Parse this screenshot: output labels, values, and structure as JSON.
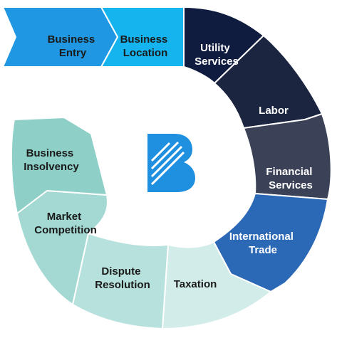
{
  "diagram": {
    "segments": [
      {
        "id": "business-entry",
        "lines": [
          "Business",
          "Entry"
        ],
        "color": "#1f97e3",
        "text_color": "#1a1a1a"
      },
      {
        "id": "business-location",
        "lines": [
          "Business",
          "Location"
        ],
        "color": "#16b4ef",
        "text_color": "#1a1a1a"
      },
      {
        "id": "utility-services",
        "lines": [
          "Utility",
          "Services"
        ],
        "color": "#0f1c3f",
        "text_color": "#ffffff"
      },
      {
        "id": "labor",
        "lines": [
          "Labor"
        ],
        "color": "#1c2540",
        "text_color": "#ffffff"
      },
      {
        "id": "financial-services",
        "lines": [
          "Financial",
          "Services"
        ],
        "color": "#3b4257",
        "text_color": "#ffffff"
      },
      {
        "id": "international-trade",
        "lines": [
          "International",
          "Trade"
        ],
        "color": "#2b68b6",
        "text_color": "#ffffff"
      },
      {
        "id": "taxation",
        "lines": [
          "Taxation"
        ],
        "color": "#d1ece9",
        "text_color": "#1a1a1a"
      },
      {
        "id": "dispute-resolution",
        "lines": [
          "Dispute",
          "Resolution"
        ],
        "color": "#b7e1dc",
        "text_color": "#1a1a1a"
      },
      {
        "id": "market-competition",
        "lines": [
          "Market",
          "Competition"
        ],
        "color": "#a3d9d2",
        "text_color": "#1a1a1a"
      },
      {
        "id": "business-insolvency",
        "lines": [
          "Business",
          "Insolvency"
        ],
        "color": "#8ed0c8",
        "text_color": "#1a1a1a"
      }
    ],
    "logo": {
      "icon": "b-logo-icon",
      "color": "#1f8fe0"
    }
  }
}
